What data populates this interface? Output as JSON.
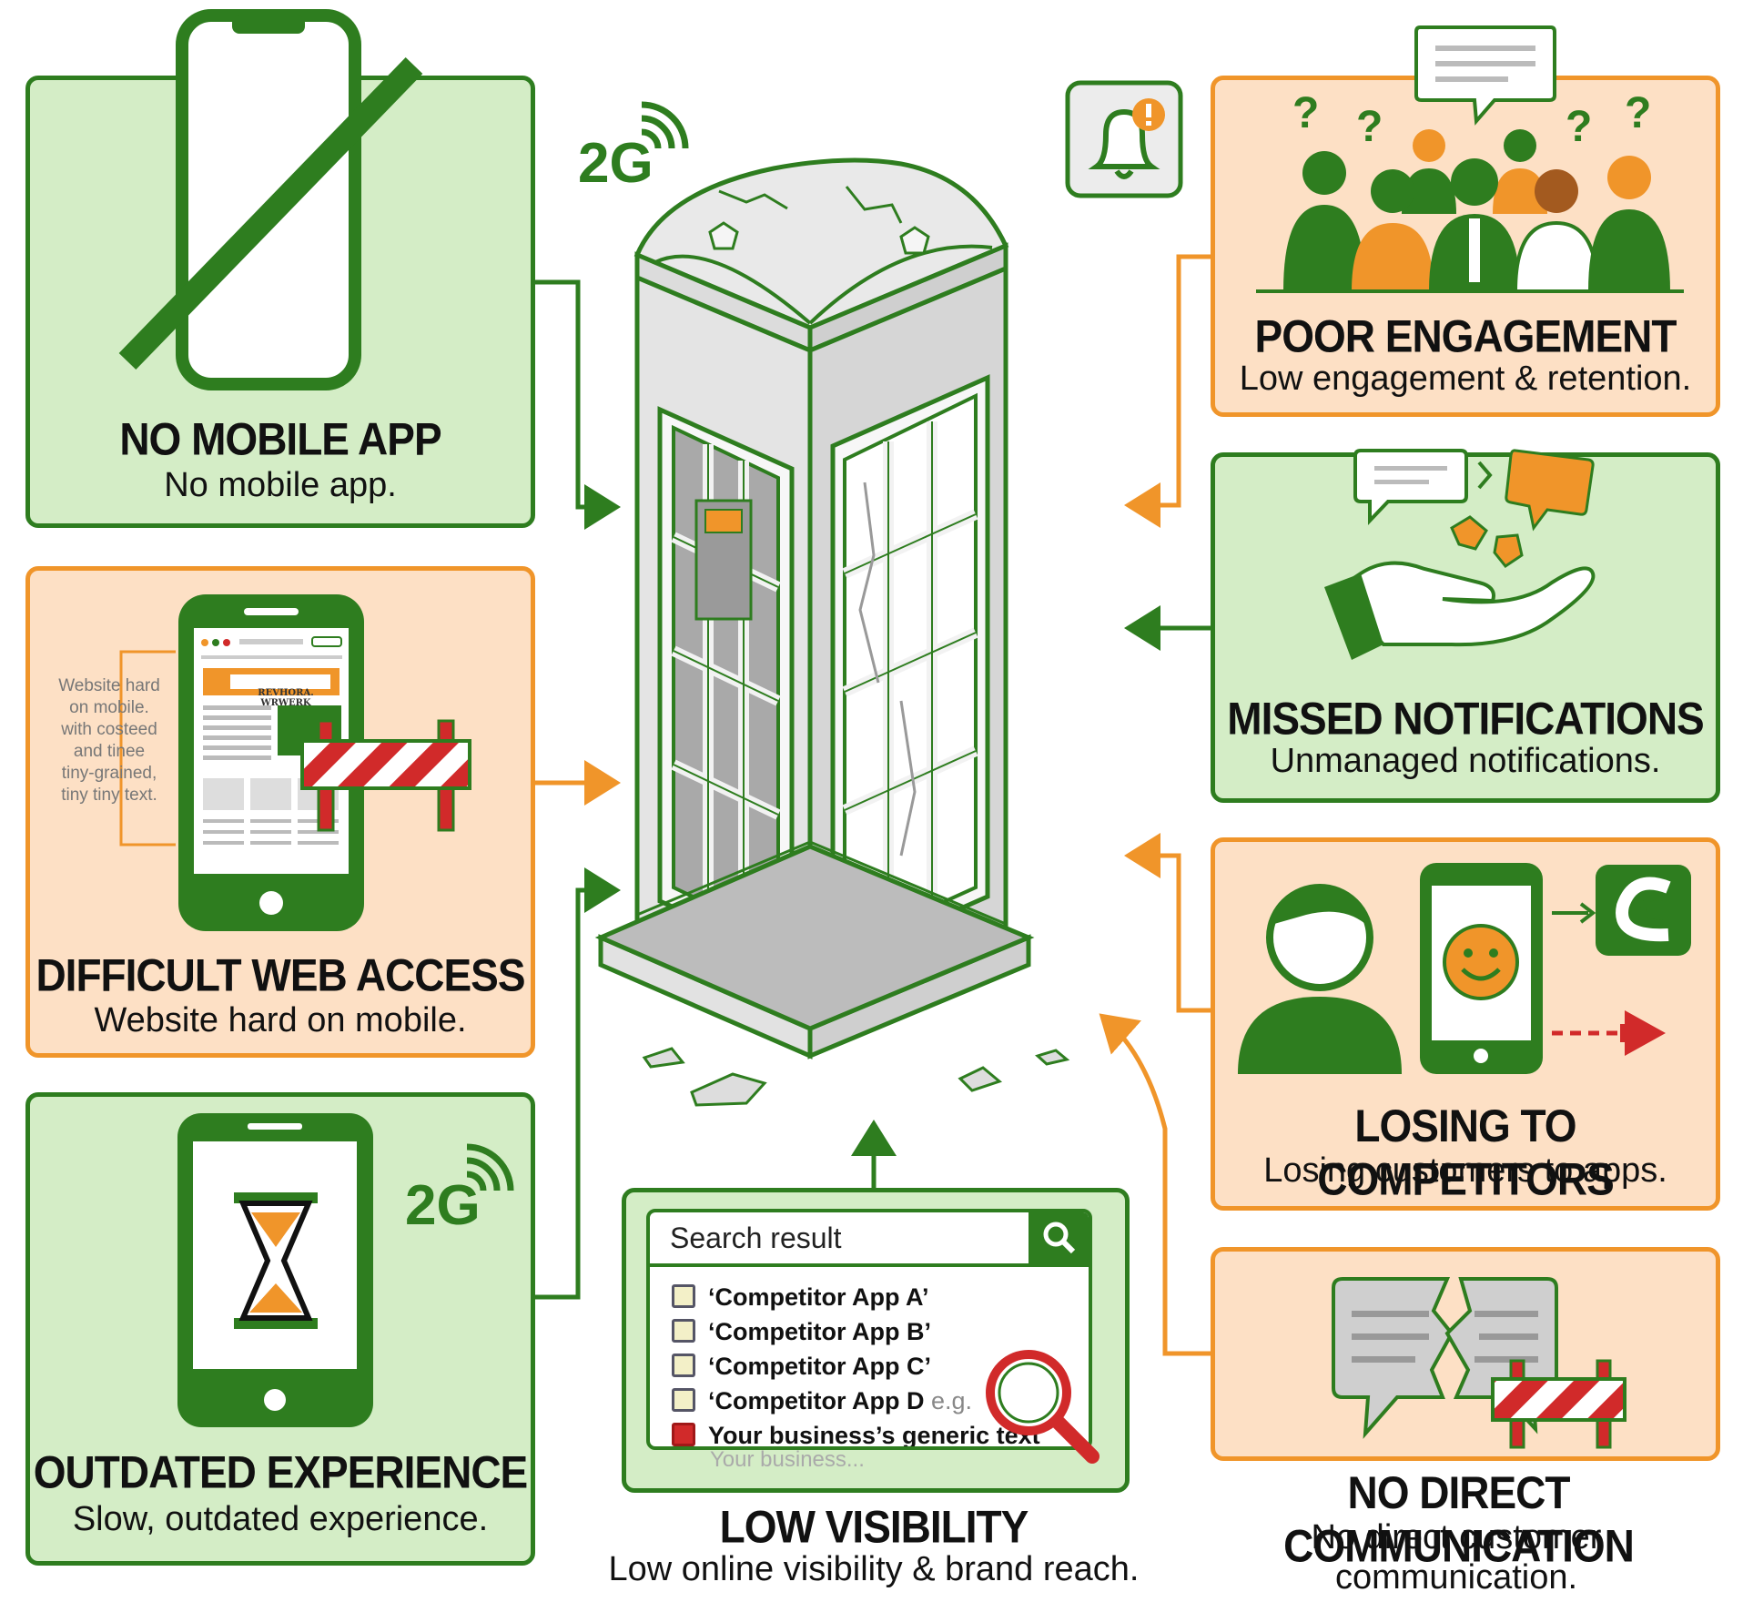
{
  "panels": {
    "no_mobile_app": {
      "title": "NO MOBILE APP",
      "subtitle": "No mobile app."
    },
    "difficult_web": {
      "title": "DIFFICULT WEB ACCESS",
      "subtitle": "Website hard on mobile.",
      "tiny_text": [
        "Website hard",
        "on mobile.",
        "with costeed",
        "and tinee",
        "tiny-grained,",
        "tiny tiny text."
      ],
      "banner_text": "REVHORA. WRWERK"
    },
    "outdated": {
      "title": "OUTDATED EXPERIENCE",
      "subtitle": "Slow, outdated experience.",
      "network": "2G"
    },
    "low_visibility": {
      "title": "LOW VISIBILITY",
      "subtitle": "Low online visibility & brand reach.",
      "search_label": "Search result",
      "results": [
        {
          "text": "‘Competitor App A’",
          "hint": ""
        },
        {
          "text": "‘Competitor App B’",
          "hint": ""
        },
        {
          "text": "‘Competitor App C’",
          "hint": ""
        },
        {
          "text": "‘Competitor App D",
          "hint": " e.g."
        },
        {
          "text": "Your business’s generic text",
          "hint": ""
        }
      ],
      "faded_result": "Your business..."
    },
    "poor_engagement": {
      "title": "POOR ENGAGEMENT",
      "subtitle": "Low engagement & retention."
    },
    "missed_notifications": {
      "title": "MISSED NOTIFICATIONS",
      "subtitle": "Unmanaged notifications."
    },
    "losing_competitors": {
      "title": "LOSING TO COMPETITORS",
      "subtitle": "Losing customers to apps."
    },
    "no_direct_comm": {
      "title": "NO DIRECT COMMUNICATION",
      "subtitle_line1": "No direct customer",
      "subtitle_line2": "communication."
    }
  },
  "center": {
    "network": "2G"
  },
  "colors": {
    "green": "#2e7d1f",
    "light_green": "#d4edc6",
    "orange": "#f0952a",
    "light_orange": "#fde0c5",
    "red": "#d12a2a"
  }
}
